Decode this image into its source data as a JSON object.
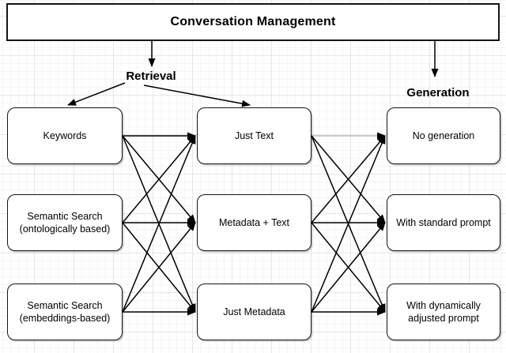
{
  "diagram": {
    "title": "Conversation Management",
    "sections": {
      "retrieval": "Retrieval",
      "generation": "Generation"
    },
    "nodes": {
      "keywords": {
        "lines": [
          "Keywords"
        ]
      },
      "ss_onto": {
        "lines": [
          "Semantic Search",
          "(ontologically based)"
        ]
      },
      "ss_embed": {
        "lines": [
          "Semantic Search",
          "(embeddings-based)"
        ]
      },
      "just_text": {
        "lines": [
          "Just Text"
        ]
      },
      "metadata_text": {
        "lines": [
          "Metadata + Text"
        ]
      },
      "just_metadata": {
        "lines": [
          "Just Metadata"
        ]
      },
      "no_generation": {
        "lines": [
          "No generation"
        ]
      },
      "standard_prompt": {
        "lines": [
          "With standard prompt"
        ]
      },
      "dynamic_prompt": {
        "lines": [
          "With dynamically",
          "adjusted prompt"
        ]
      }
    },
    "edges": [
      {
        "from": "keywords",
        "to": "just_text"
      },
      {
        "from": "keywords",
        "to": "metadata_text"
      },
      {
        "from": "keywords",
        "to": "just_metadata"
      },
      {
        "from": "ss_onto",
        "to": "just_text"
      },
      {
        "from": "ss_onto",
        "to": "metadata_text"
      },
      {
        "from": "ss_onto",
        "to": "just_metadata"
      },
      {
        "from": "ss_embed",
        "to": "just_text"
      },
      {
        "from": "ss_embed",
        "to": "metadata_text"
      },
      {
        "from": "ss_embed",
        "to": "just_metadata"
      },
      {
        "from": "just_text",
        "to": "no_generation",
        "muted": true
      },
      {
        "from": "just_text",
        "to": "standard_prompt"
      },
      {
        "from": "just_text",
        "to": "dynamic_prompt"
      },
      {
        "from": "metadata_text",
        "to": "no_generation"
      },
      {
        "from": "metadata_text",
        "to": "standard_prompt"
      },
      {
        "from": "metadata_text",
        "to": "dynamic_prompt"
      },
      {
        "from": "just_metadata",
        "to": "no_generation"
      },
      {
        "from": "just_metadata",
        "to": "standard_prompt"
      },
      {
        "from": "just_metadata",
        "to": "dynamic_prompt"
      }
    ],
    "label_edges": [
      {
        "from": "conversation_management",
        "to": "retrieval_label"
      },
      {
        "from": "conversation_management",
        "to": "generation_label"
      },
      {
        "from": "retrieval_label",
        "to": "keywords"
      },
      {
        "from": "retrieval_label",
        "to": "just_text"
      }
    ],
    "colors": {
      "line": "#000000",
      "muted_line": "#999999",
      "box_border": "#141414",
      "background": "#ffffff"
    }
  }
}
